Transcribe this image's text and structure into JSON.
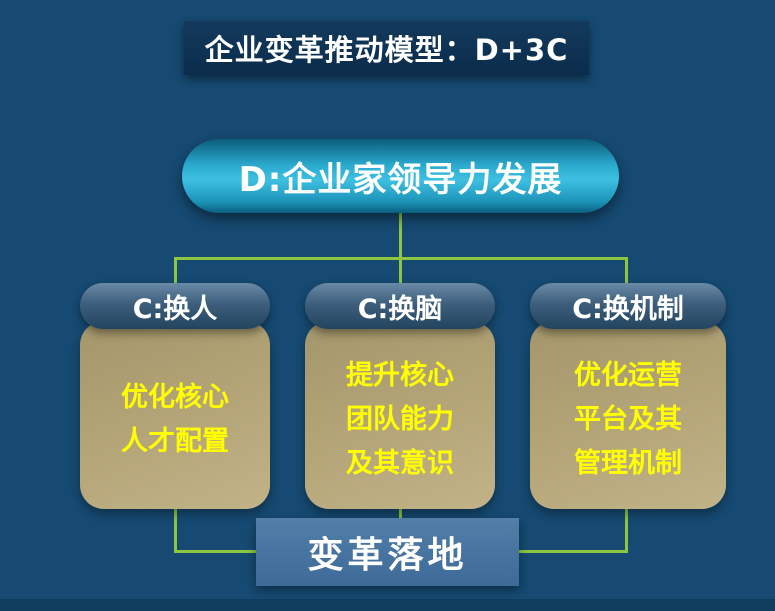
{
  "title": "企业变革推动模型：D+3C",
  "root": "D:企业家领导力发展",
  "columns": [
    {
      "header": "C:换人",
      "lines": [
        "优化核心",
        "人才配置"
      ]
    },
    {
      "header": "C:换脑",
      "lines": [
        "提升核心",
        "团队能力",
        "及其意识"
      ]
    },
    {
      "header": "C:换机制",
      "lines": [
        "优化运营",
        "平台及其",
        "管理机制"
      ]
    }
  ],
  "bottom": "变革落地",
  "colors": {
    "background": "#164a72",
    "title_box": "#0b2c4b",
    "root_pill": "#3ec0e1",
    "column_header": "#3d5f7d",
    "column_body": "#b2a376",
    "body_text": "#ffff00",
    "bottom_box": "#3e6a99",
    "connector": "#8dc63f",
    "text": "#ffffff"
  }
}
